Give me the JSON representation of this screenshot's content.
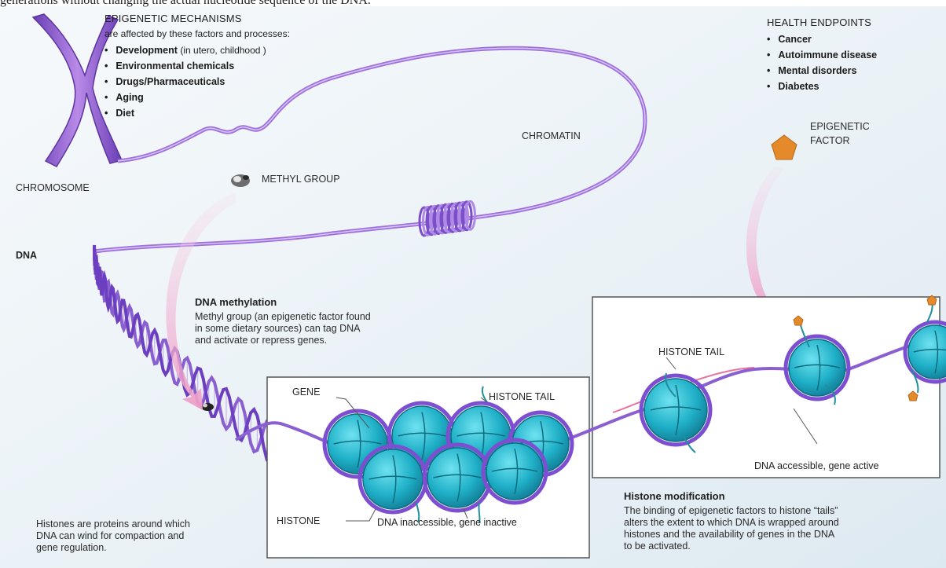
{
  "top_caption": "generations without changing the actual nucleotide sequence of the DNA.",
  "epigenetic_mechanisms": {
    "title": "EPIGENETIC MECHANISMS",
    "subtitle": "are affected by these factors and processes:",
    "items": [
      {
        "label": "Development",
        "note": "(in utero, childhood )"
      },
      {
        "label": "Environmental chemicals",
        "note": ""
      },
      {
        "label": "Drugs/Pharmaceuticals",
        "note": ""
      },
      {
        "label": "Aging",
        "note": ""
      },
      {
        "label": "Diet",
        "note": ""
      }
    ]
  },
  "health_endpoints": {
    "title": "HEALTH ENDPOINTS",
    "items": [
      "Cancer",
      "Autoimmune disease",
      "Mental disorders",
      "Diabetes"
    ]
  },
  "labels": {
    "chromosome": "CHROMOSOME",
    "chromatin": "CHROMATIN",
    "methyl_group": "METHYL GROUP",
    "epigenetic_factor_line1": "EPIGENETIC",
    "epigenetic_factor_line2": "FACTOR",
    "dna": "DNA",
    "gene": "GENE",
    "histone_tail_left": "HISTONE TAIL",
    "histone_tail_right": "HISTONE TAIL",
    "histone": "HISTONE",
    "dna_inaccessible": "DNA inaccessible, gene inactive",
    "dna_accessible": "DNA accessible, gene active"
  },
  "dna_methylation": {
    "title": "DNA methylation",
    "lines": [
      "Methyl group (an epigenetic factor found",
      "in some dietary sources) can tag DNA",
      "and activate or repress genes."
    ]
  },
  "histones_note": {
    "lines": [
      "Histones are proteins around which",
      "DNA can wind for compaction and",
      "gene regulation."
    ]
  },
  "histone_modification": {
    "title": "Histone modification",
    "lines": [
      "The binding of epigenetic factors to histone “tails”",
      "alters the extent to which DNA is wrapped around",
      "histones and the availability of genes in the DNA",
      "to be activated."
    ]
  },
  "colors": {
    "dna_purple": "#8a5fd0",
    "histone_teal": "#1fb0c8",
    "factor_orange": "#e58a2a",
    "arrow_pink": "#f2b8d6"
  }
}
